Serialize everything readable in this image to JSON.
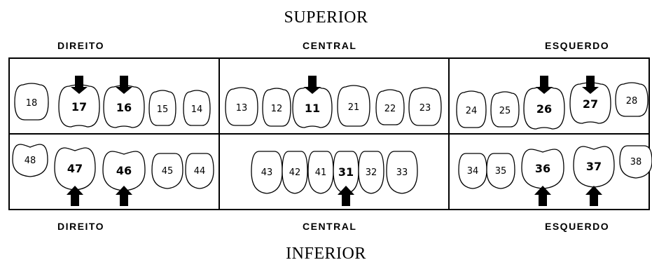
{
  "title_top": "SUPERIOR",
  "title_bottom": "INFERIOR",
  "sections_top": [
    "DIREITO",
    "CENTRAL",
    "ESQUERDO"
  ],
  "sections_bottom": [
    "DIREITO",
    "CENTRAL",
    "ESQUERDO"
  ],
  "upper_teeth": [
    {
      "num": "18",
      "highlight": false
    },
    {
      "num": "17",
      "highlight": true
    },
    {
      "num": "16",
      "highlight": true
    },
    {
      "num": "15",
      "highlight": false
    },
    {
      "num": "14",
      "highlight": false
    },
    {
      "num": "13",
      "highlight": false
    },
    {
      "num": "12",
      "highlight": false
    },
    {
      "num": "11",
      "highlight": true
    },
    {
      "num": "21",
      "highlight": false
    },
    {
      "num": "22",
      "highlight": false
    },
    {
      "num": "23",
      "highlight": false
    },
    {
      "num": "24",
      "highlight": false
    },
    {
      "num": "25",
      "highlight": false
    },
    {
      "num": "26",
      "highlight": true
    },
    {
      "num": "27",
      "highlight": true
    },
    {
      "num": "28",
      "highlight": false
    }
  ],
  "lower_teeth": [
    {
      "num": "48",
      "highlight": false
    },
    {
      "num": "47",
      "highlight": true
    },
    {
      "num": "46",
      "highlight": true
    },
    {
      "num": "45",
      "highlight": false
    },
    {
      "num": "44",
      "highlight": false
    },
    {
      "num": "43",
      "highlight": false
    },
    {
      "num": "42",
      "highlight": false
    },
    {
      "num": "41",
      "highlight": false
    },
    {
      "num": "31",
      "highlight": true
    },
    {
      "num": "32",
      "highlight": false
    },
    {
      "num": "33",
      "highlight": false
    },
    {
      "num": "34",
      "highlight": false
    },
    {
      "num": "35",
      "highlight": false
    },
    {
      "num": "36",
      "highlight": true
    },
    {
      "num": "37",
      "highlight": true
    },
    {
      "num": "38",
      "highlight": false
    }
  ]
}
